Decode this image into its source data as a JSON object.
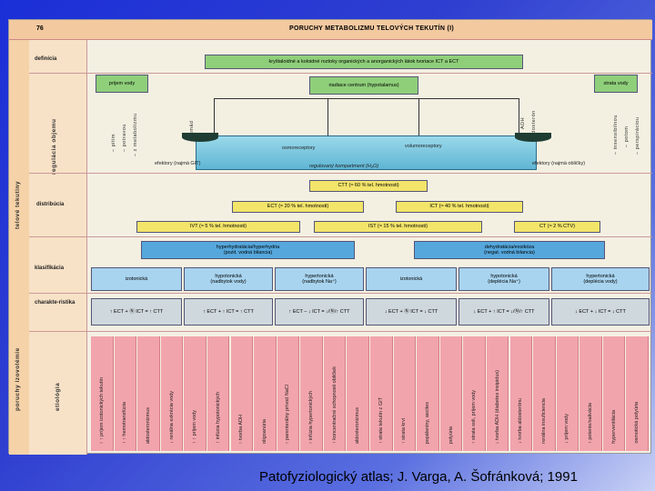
{
  "header": {
    "page_number": "76",
    "title": "PORUCHY METABOLIZMU TELOVÝCH TEKUTÍN (I)"
  },
  "sections": {
    "definicia": "definícia",
    "regulacia": "regulácia objemu",
    "distribucia": "distribúcia",
    "klasifikacia": "klasifikácia",
    "charakteristika": "charakte-ristika",
    "etiologia": "etiológia",
    "telove_tekutiny": "telové tekutiny",
    "poruchy_izovolemie": "poruchy izovolémie"
  },
  "definition_box": "kryštaloidné a koloidné roztoky organických a anorganických látok tvoriace ICT a ECT",
  "intake": {
    "title": "príjem vody",
    "items": [
      "– pitím",
      "– potravou",
      "– z metabolizmu"
    ],
    "thirst": "smäd"
  },
  "loss": {
    "title": "strata vody",
    "items": [
      "– insensibilnou",
      "– potom",
      "– perspiráciou"
    ],
    "adh": "ADH",
    "aldosteron": "aldosterón"
  },
  "regulation": {
    "center": "riadiace centrum",
    "center_sub": "(hypotalamus)",
    "osmo": "osmoreceptory",
    "volumo": "volumoreceptory",
    "compartment": "regulovaný kompartment (H₂O)",
    "effectors_left": "efektory (najmä GIT)",
    "effectors_right": "efektory (najmä obličky)"
  },
  "distribution": {
    "ctt": "CTT (≈ 60 % tel. hmotnosti)",
    "ect": "ECT (≈ 20 % tel. hmotnosti)",
    "ict": "ICT (≈ 40 % tel. hmotnosti)",
    "ivt": "IVT (≈ 5 % tel. hmotnosti)",
    "ist": "IST (≈ 15 % tel. hmotnosti)",
    "ct": "CT (≈ 2 % CTV)"
  },
  "classification": {
    "hyper": "hyperhydratácia/hyperhydria",
    "hyper_sub": "(pozit. vodná bilancia)",
    "dehyd": "dehydratácia/exsikóza",
    "dehyd_sub": "(negat. vodná bilancia)"
  },
  "types": [
    {
      "name": "izotonická",
      "sub": ""
    },
    {
      "name": "hypotonická",
      "sub": "(nadbytok vody)"
    },
    {
      "name": "hypertonická",
      "sub": "(nadbytok Na⁺)"
    },
    {
      "name": "izotonická",
      "sub": ""
    },
    {
      "name": "hypotonická",
      "sub": "(deplécia Na⁺)"
    },
    {
      "name": "hypertonická",
      "sub": "(deplécia vody)"
    }
  ],
  "characteristics": [
    "↑ ECT + Ⓝ ICT = ↑ CTT",
    "↑ ECT + ↑ ICT = ↑ CTT",
    "↑ ECT – ↓ ICT = ↓/Ⓝ/↑ CTT",
    "↓ ECT + Ⓝ ICT = ↓ CTT",
    "↓ ECT + ↑ ICT = ↓/Ⓝ/↑ CTT",
    "↓ ECT + ↓ ICT = ↓ CTT"
  ],
  "etiology": [
    "↑ ↑ príjem izotonických tekutín",
    "↑ ↑ hemotransfúzia",
    "aldosteronizmus",
    "↓ renálna exkrécia vody",
    "↑ ↑ príjem vody",
    "↑ infúzia hypotonických",
    "↑ tvorba ADH",
    "oligoanúria",
    "↑ parenterálny prívod NaCl",
    "↑ infúzia hypertonických",
    "↑ koncentračné schopnosti obličiek",
    "aldosteronizmus",
    "↑ strata tekutín z GIT",
    "↑ strata krvi",
    "popáleniny, ascites",
    "polyúria",
    "↑ strata soli, príjem vody",
    "↓ tvorba ADH (diabetes insipidus)",
    "↓ tvorba aldosterónu",
    "renálna insuficiencia",
    "↓ príjem vody",
    "↑ potenie/salivácia",
    "hyperventilácia",
    "osmotická polyúria"
  ],
  "credit": "Patofyziologický atlas; J. Varga, A. Šofránková; 1991"
}
